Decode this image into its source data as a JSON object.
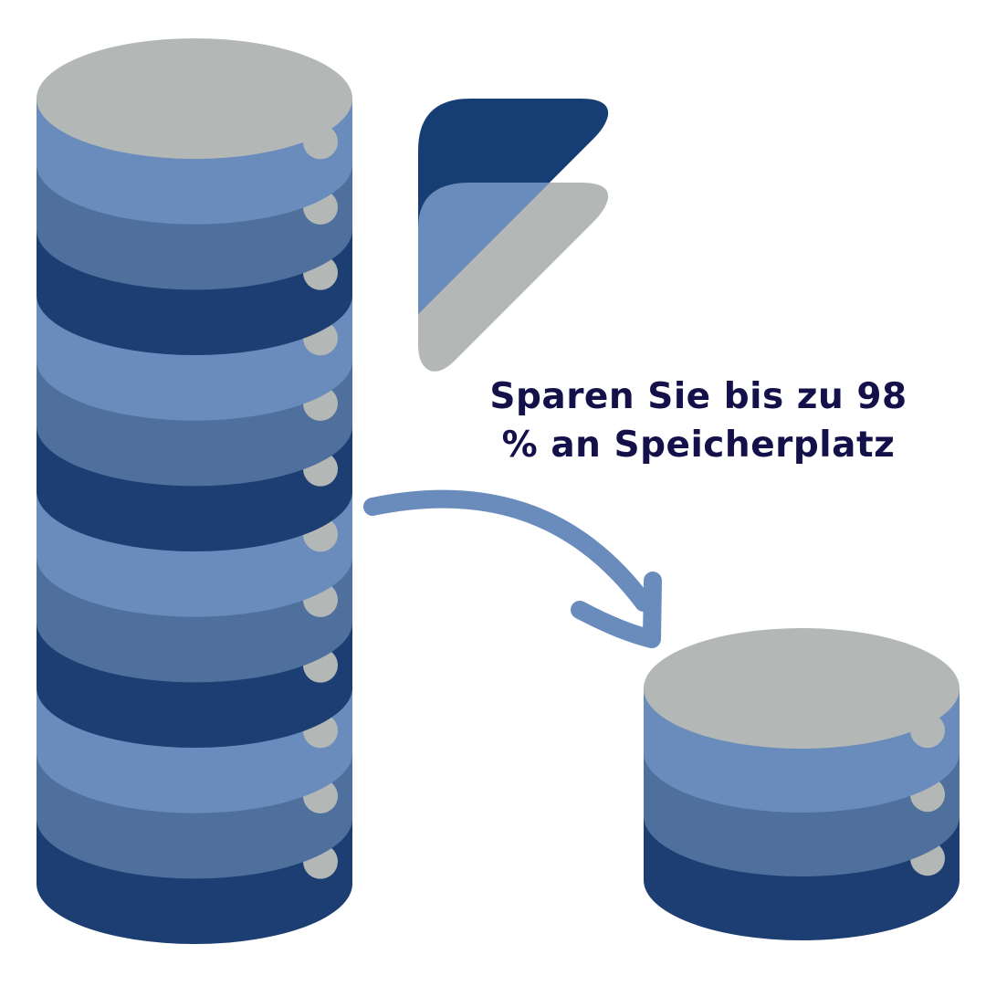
{
  "headline": {
    "line1": "Sparen Sie bis zu 98",
    "line2": "% an Speicherplatz"
  },
  "large_stack": {
    "disk_count": 12,
    "layer_colors": [
      "#6a8cbd",
      "#4f6f9d",
      "#1c3e72"
    ]
  },
  "small_stack": {
    "disk_count": 3,
    "layer_colors": [
      "#6a8cbd",
      "#4f6f9d",
      "#1c3e72"
    ]
  },
  "colors": {
    "top_gray": "#b3b8b6",
    "led_gray": "#b3b8b6",
    "logo_navy": "#163e75",
    "logo_blue": "#6a8cbd",
    "logo_gray": "#b3b8b6",
    "arrow": "#6a8cbd",
    "headline_text": "#14104a"
  },
  "icons": {
    "logo": "brand-logo-icon",
    "arrow": "curved-arrow-icon",
    "large_db": "database-stack-large-icon",
    "small_db": "database-stack-small-icon"
  }
}
